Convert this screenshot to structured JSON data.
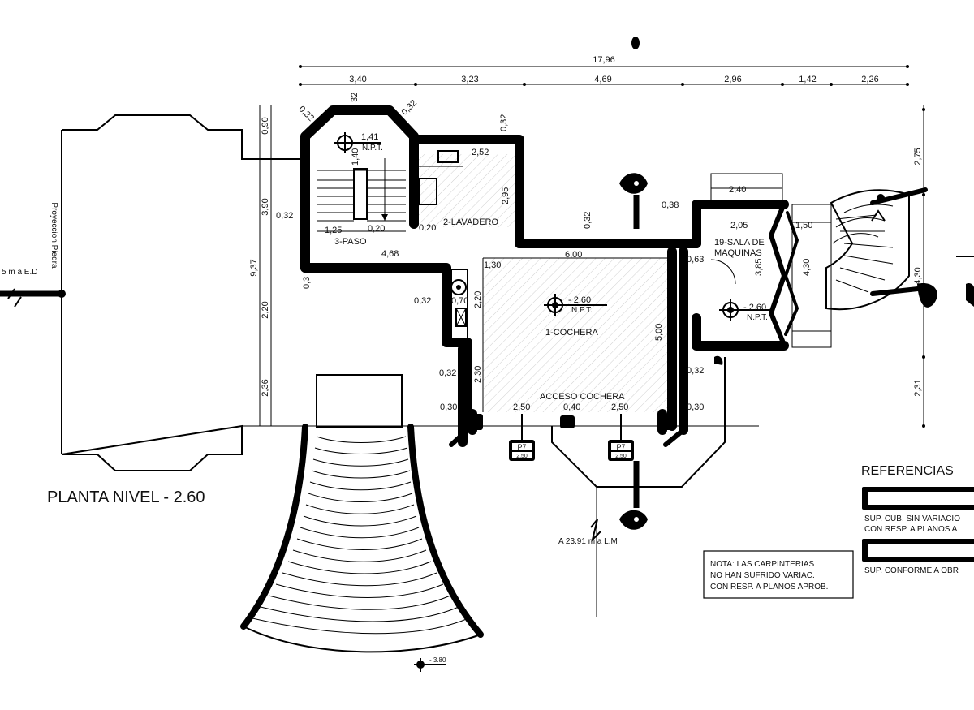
{
  "drawing": {
    "title": "PLANTA NIVEL - 2.60",
    "dimensions_top": {
      "total": "17,96",
      "segments": [
        "3,40",
        "3,23",
        "4,69",
        "2,96",
        "1,42",
        "2,26"
      ]
    },
    "dimensions_left": [
      "0,90",
      "3,90",
      "9,37",
      "2,20",
      "2,36"
    ],
    "dimensions_right": [
      "2,75",
      "4,30",
      "2,31"
    ],
    "dims_misc": {
      "d032a": "0,32",
      "d032b": "0,32",
      "d032c": "0,32",
      "d032d": "0,32",
      "d032e": "0,32",
      "d032f": "0,32",
      "d032g": "0,32",
      "d032h": "32",
      "d032i": "0,3",
      "d141": "1,41",
      "d140": "1,40",
      "d125": "1,25",
      "d020a": "0,20",
      "d020b": "0,20",
      "d468": "4,68",
      "d252": "2,52",
      "d295": "2,95",
      "d600": "6,00",
      "d130": "1,30",
      "d220": "2,20",
      "d070": "0,70",
      "d230": "2,30",
      "d500": "5,00",
      "d038": "0,38",
      "d240": "2,40",
      "d205": "2,05",
      "d150": "1,50",
      "d063": "0,63",
      "d385": "3,85",
      "d430": "4,30",
      "d030a": "0,30",
      "d030b": "0,30",
      "d250a": "2,50",
      "d040": "0,40",
      "d250b": "2,50"
    },
    "rooms": {
      "paso": "3-PASO",
      "lavadero": "2-LAVADERO",
      "cochera": "1-COCHERA",
      "acceso": "ACCESO COCHERA",
      "sala1": "19-SALA DE",
      "sala2": "MAQUINAS"
    },
    "levels": {
      "npt_cochera": "- 2.60",
      "npt_cochera_label": "N.P.T.",
      "npt_sala": "- 2.60",
      "npt_sala_label": "N.P.T.",
      "npt_stair": "N.P.T.",
      "level_bottom": "- 3.80"
    },
    "labels": {
      "proyeccion": "Proyeccion Piedra",
      "left_edge": "5 m a E.D",
      "bottom_ref": "A  23.91 m  a L.M",
      "p7": "P7",
      "p7_val": "2.50"
    },
    "nota": {
      "line1": "NOTA: LAS CARPINTERIAS",
      "line2": "NO HAN SUFRIDO VARIAC.",
      "line3": "CON RESP. A PLANOS APROB."
    },
    "referencias": {
      "title": "REFERENCIAS",
      "item1_line1": "SUP. CUB. SIN VARIACIO",
      "item1_line2": "CON RESP. A PLANOS A",
      "item2_line1": "SUP. CONFORME A OBR"
    }
  }
}
